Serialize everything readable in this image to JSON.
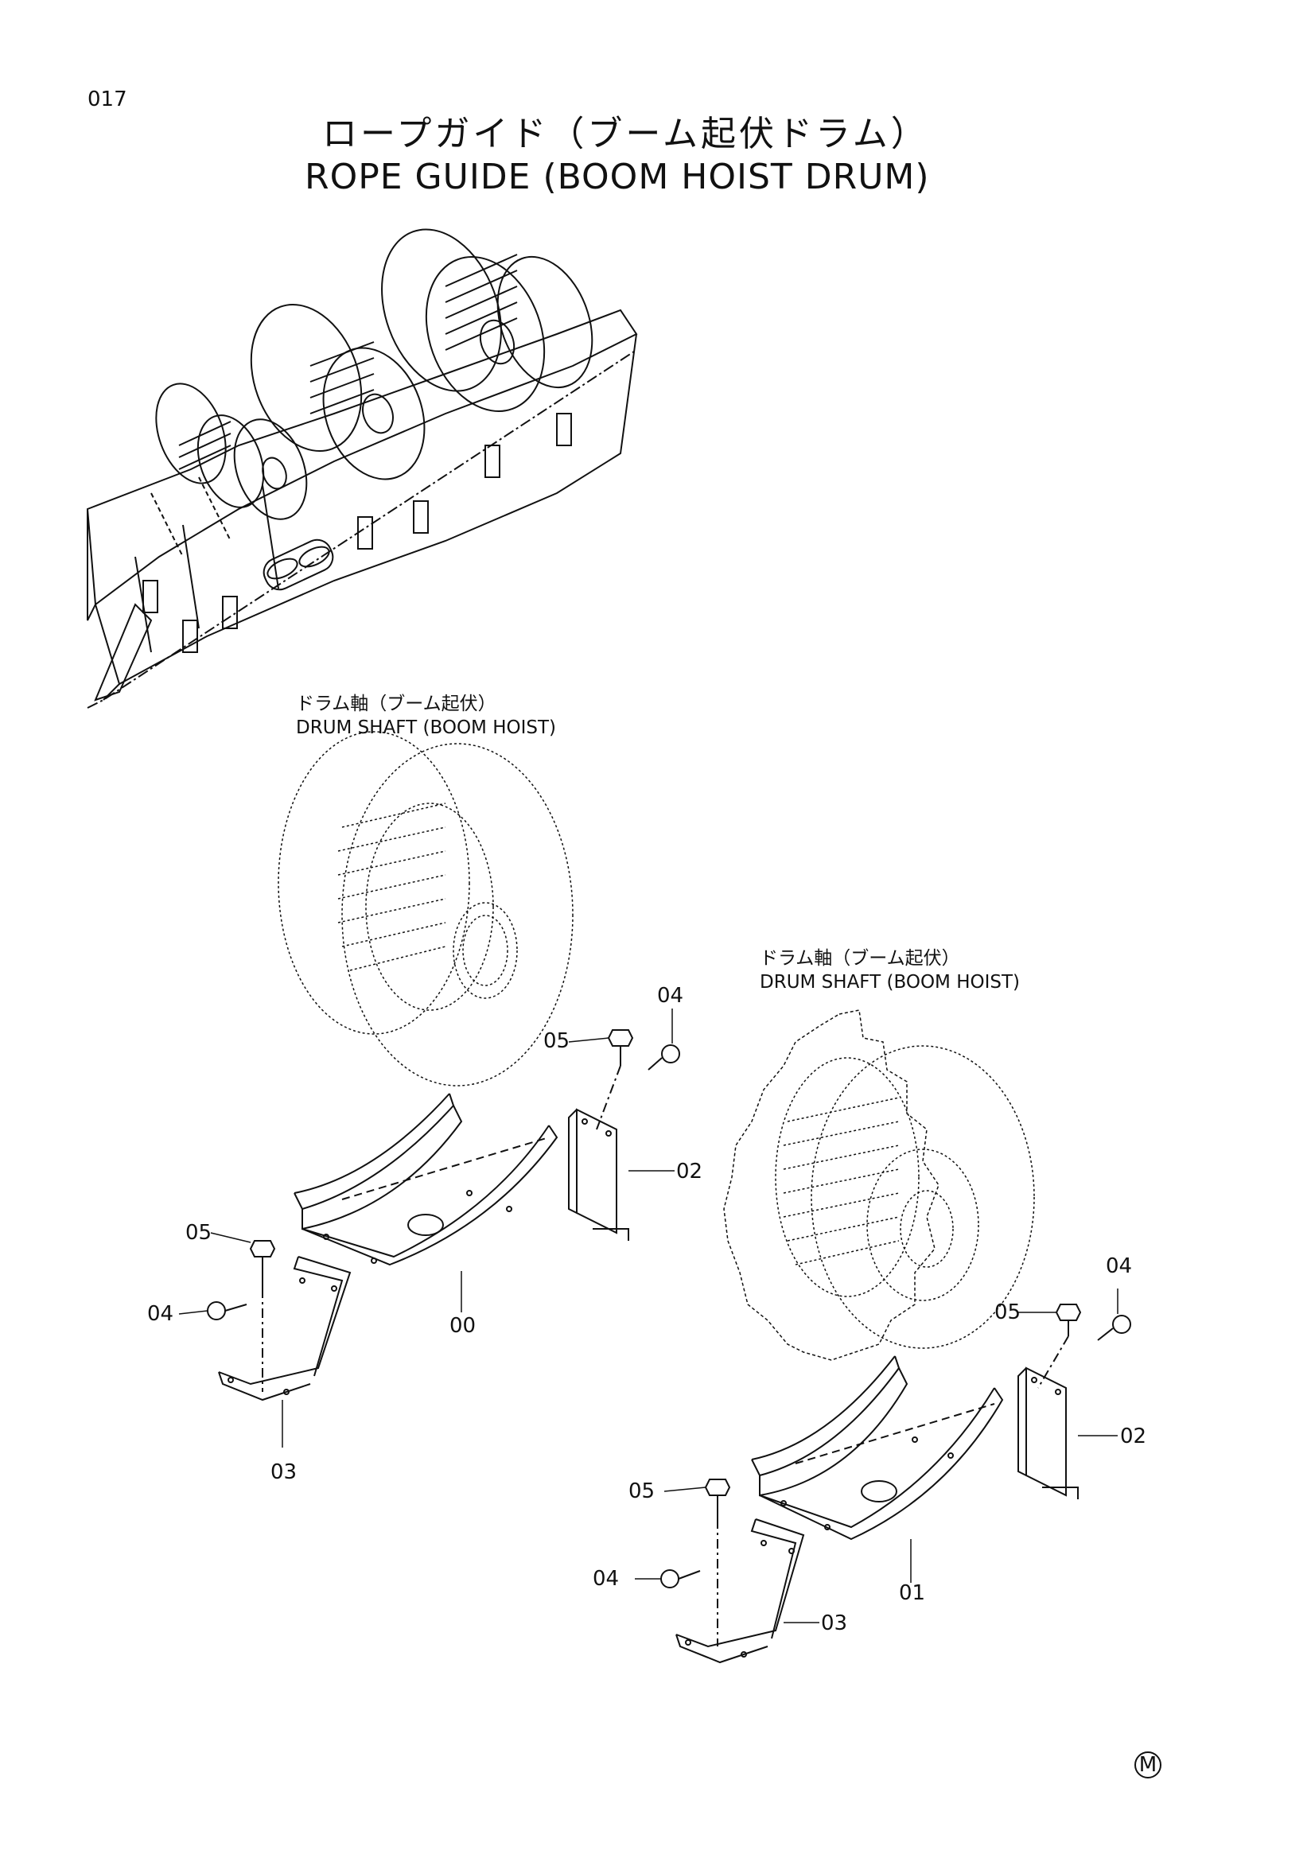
{
  "page_number": "017",
  "title_jp": "ロープガイド（ブーム起伏ドラム）",
  "title_en": "ROPE GUIDE (BOOM HOIST DRUM)",
  "captions": [
    {
      "jp": "ドラム軸（ブーム起伏）",
      "en": "DRUM SHAFT (BOOM HOIST)"
    },
    {
      "jp": "ドラム軸（ブーム起伏）",
      "en": "DRUM SHAFT (BOOM HOIST)"
    }
  ],
  "callouts": {
    "left_05_top": "05",
    "left_04_top": "04",
    "left_02": "02",
    "left_05_bottom": "05",
    "left_04_bottom": "04",
    "left_00": "00",
    "left_03": "03",
    "right_04_top": "04",
    "right_05_top": "05",
    "right_02": "02",
    "right_05_bottom": "05",
    "right_04_bottom": "04",
    "right_01": "01",
    "right_03": "03"
  },
  "corner_mark": "M"
}
